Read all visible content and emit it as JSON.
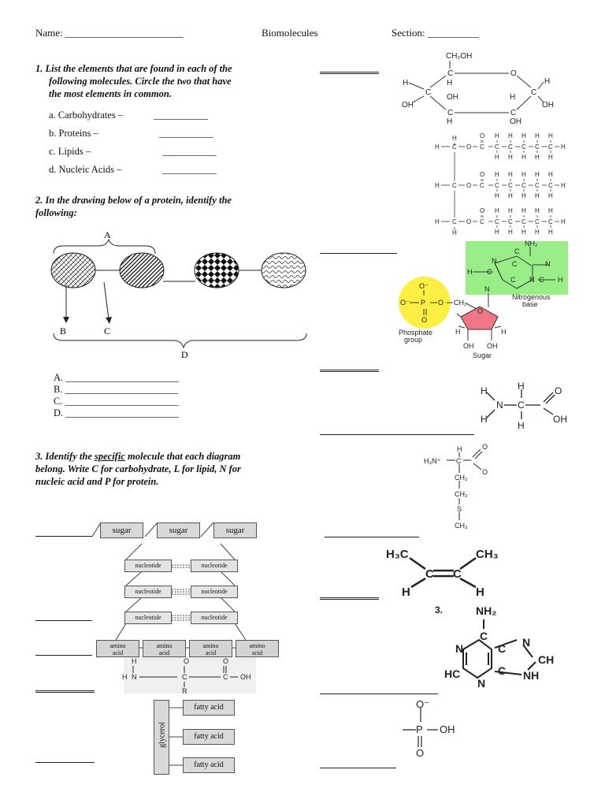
{
  "header": {
    "name_label": "Name: _______________________",
    "title": "Biomolecules",
    "section_label": "Section: __________"
  },
  "q1": {
    "line1": "1.  List the elements that are found in each of the",
    "line2": "following molecules.  Circle the two that have",
    "line3": "the most elements in common.",
    "items": [
      {
        "label": "a.  Carbohydrates –",
        "blank": "___________"
      },
      {
        "label": "b.  Proteins –",
        "blank": "___________"
      },
      {
        "label": "c.  Lipids –",
        "blank": "___________"
      },
      {
        "label": "d.  Nucleic Acids –",
        "blank": "___________"
      }
    ]
  },
  "q2": {
    "line1": "2.  In the drawing below of a protein, identify the",
    "line2": "following:",
    "diagram_labels": {
      "a": "A",
      "b": "B",
      "c": "C",
      "d": "D"
    },
    "answers": [
      {
        "letter": "A.",
        "blank": "_______________________"
      },
      {
        "letter": "B.",
        "blank": "_______________________"
      },
      {
        "letter": "C.",
        "blank": "_______________________"
      },
      {
        "letter": "D.",
        "blank": "_______________________"
      }
    ]
  },
  "q3": {
    "prefix": "3.  Identify the ",
    "specific": "specific",
    "suffix1": " molecule that each diagram",
    "line2": "belong.  Write C for carbohydrate, L for lipid, N for",
    "line3": "nucleic acid and P for protein."
  },
  "flowchart": {
    "sugar": "sugar",
    "nucleotide": "nucleotide",
    "amino_top": "amino",
    "amino_bottom": "acid",
    "fatty_acid": "fatty acid",
    "glycerol": "glycerol",
    "aa_formula": {
      "H": "H",
      "N": "N",
      "C": "C",
      "O": "O",
      "OH": "OH",
      "R": "R",
      "dash": "–"
    }
  },
  "chem": {
    "glucose": {
      "ch2oh": "CH₂OH",
      "c": "C",
      "o": "O",
      "h": "H",
      "oh": "OH"
    },
    "triglyceride": {
      "h": "H",
      "c": "C",
      "o": "O"
    },
    "nucleotide": {
      "nh2": "NH₂",
      "h": "H",
      "c": "C",
      "n": "N",
      "o_minus": "O⁻",
      "o": "O",
      "p": "P",
      "ch2": "CH₂",
      "nitrogenous_base": "Nitrogenous",
      "base": "base",
      "phosphate": "Phosphate",
      "group": "group",
      "sugar": "Sugar",
      "oh": "OH"
    },
    "glycine": {
      "h": "H",
      "n": "N",
      "c": "C",
      "o": "O",
      "oh": "OH"
    },
    "methionine": {
      "h3n": "H₃N⁺",
      "c": "C",
      "ch2": "CH₂",
      "s": "S",
      "ch3": "CH₃",
      "o": "O",
      "h": "H"
    },
    "butene": {
      "h3c": "H₃C",
      "ch3": "CH₃",
      "c": "C",
      "h": "H"
    },
    "adenine": {
      "stray": "3.",
      "nh2": "NH₂",
      "c": "C",
      "n": "N",
      "ch": "CH",
      "hc": "HC",
      "nh": "NH"
    },
    "phosphate_group": {
      "o_minus": "O⁻",
      "p": "P",
      "oh": "OH",
      "o": "O",
      "dash": "–"
    }
  },
  "colors": {
    "base_green": "#99ee88",
    "phosphate_yellow": "#ffee44",
    "sugar_pink": "#ee7788",
    "box_gray": "#d9d9d9"
  }
}
